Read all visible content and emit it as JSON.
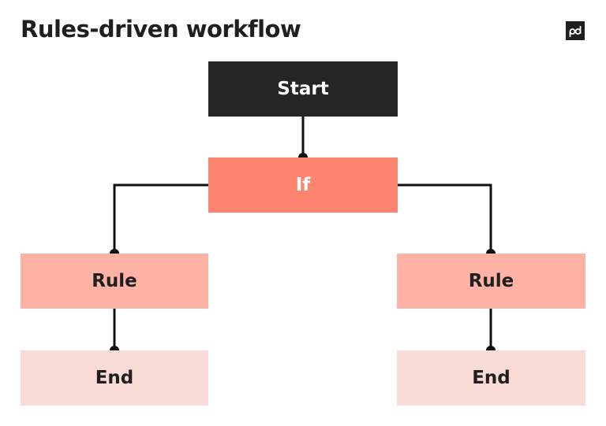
{
  "header": {
    "title": "Rules-driven workflow",
    "logo_icon": "pd-logo-icon"
  },
  "nodes": {
    "start": "Start",
    "if": "If",
    "rule_left": "Rule",
    "rule_right": "Rule",
    "end_left": "End",
    "end_right": "End"
  },
  "colors": {
    "start": "#252525",
    "if": "#fd846f",
    "rule": "#feb3a4",
    "end": "#f8dbd5",
    "connector": "#111111"
  }
}
